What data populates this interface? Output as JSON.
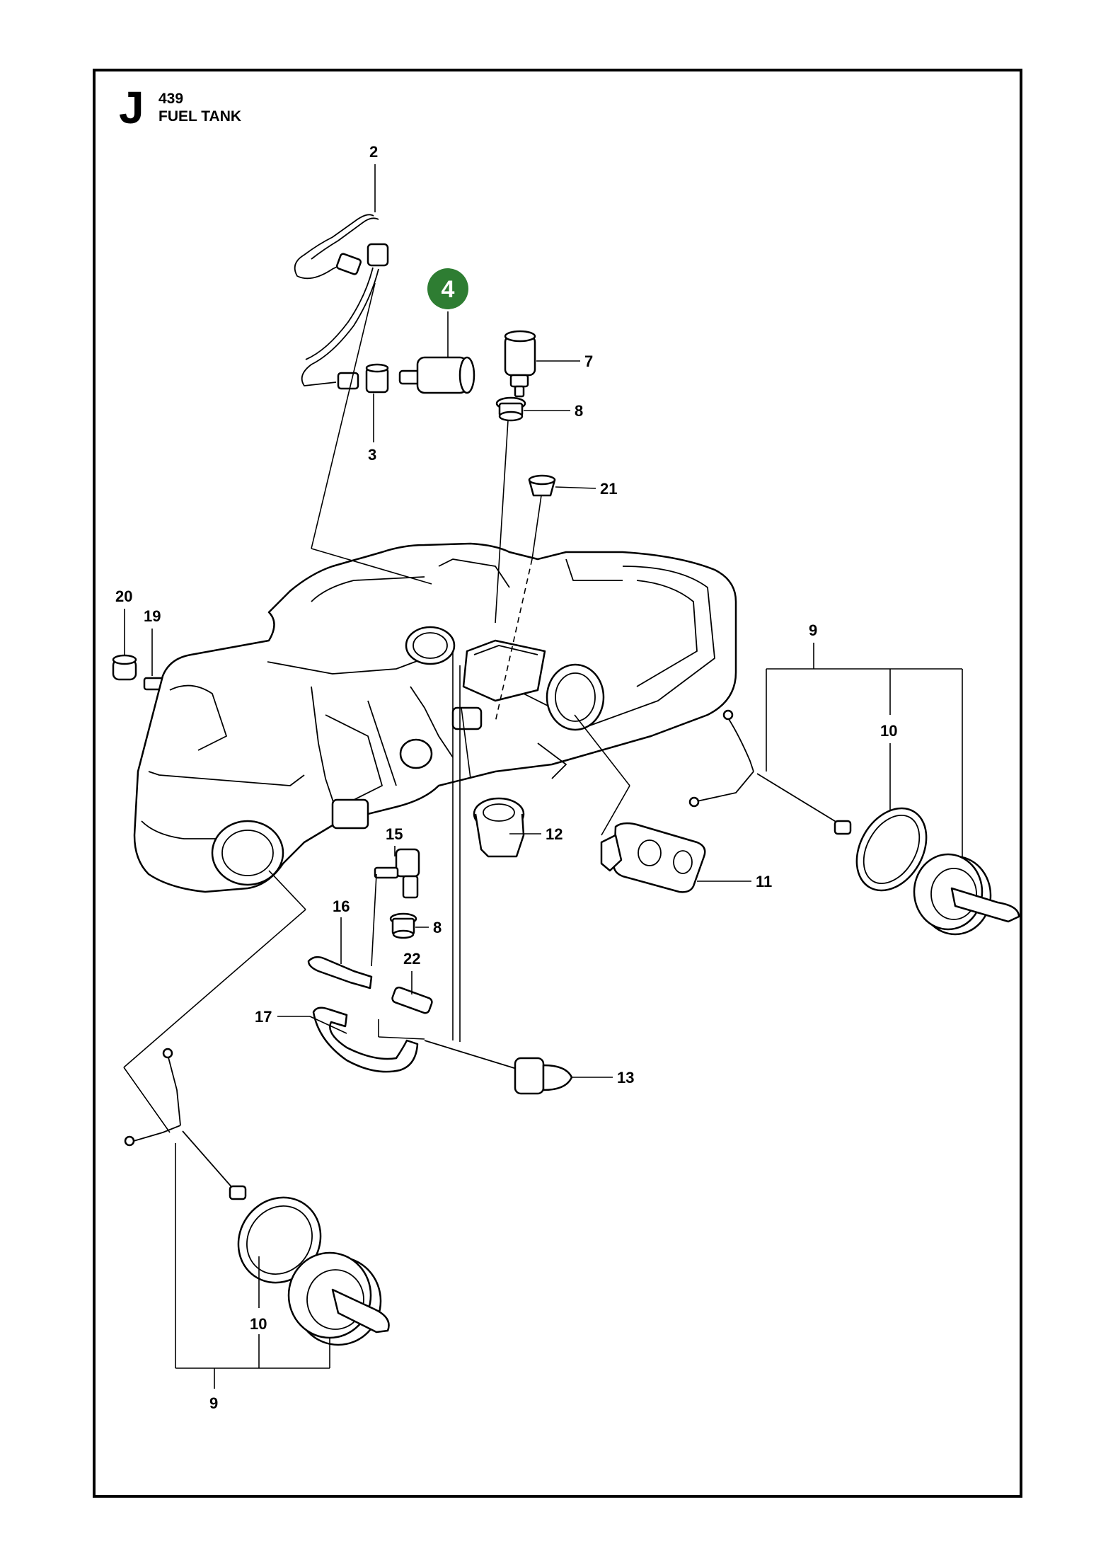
{
  "header": {
    "section_letter": "J",
    "model": "439",
    "title": "FUEL TANK"
  },
  "highlight": {
    "part_number": "4",
    "color": "#2e7d32"
  },
  "callouts": [
    "2",
    "3",
    "7",
    "8",
    "21",
    "20",
    "19",
    "9",
    "10",
    "12",
    "11",
    "15",
    "8",
    "16",
    "22",
    "17",
    "13",
    "10",
    "9"
  ]
}
